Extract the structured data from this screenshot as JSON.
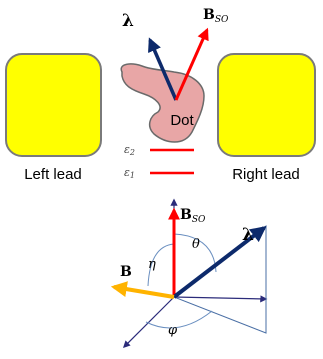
{
  "top_panel": {
    "lambda_label": "λ",
    "bso_label_main": "B",
    "bso_label_sub": "SO",
    "dot_label": "Dot",
    "left_lead_label": "Left lead",
    "right_lead_label": "Right lead",
    "level2_main": "ε",
    "level2_sub": "2",
    "level1_main": "ε",
    "level1_sub": "1"
  },
  "bottom_panel": {
    "bso_label_main": "B",
    "bso_label_sub": "SO",
    "lambda_label": "λ",
    "b_label": "B",
    "theta_label": "θ",
    "eta_label": "η",
    "phi_label": "φ"
  },
  "colors": {
    "lead_fill": "#ffff00",
    "dot_fill": "#e8a6a6",
    "lambda_arrow": "#0d2a6b",
    "bso_arrow": "#ff0000",
    "b_arrow": "#ffb300",
    "axis": "#2b2b7a",
    "angle_arc": "#6a8fc0",
    "level_line": "#ff0000"
  }
}
